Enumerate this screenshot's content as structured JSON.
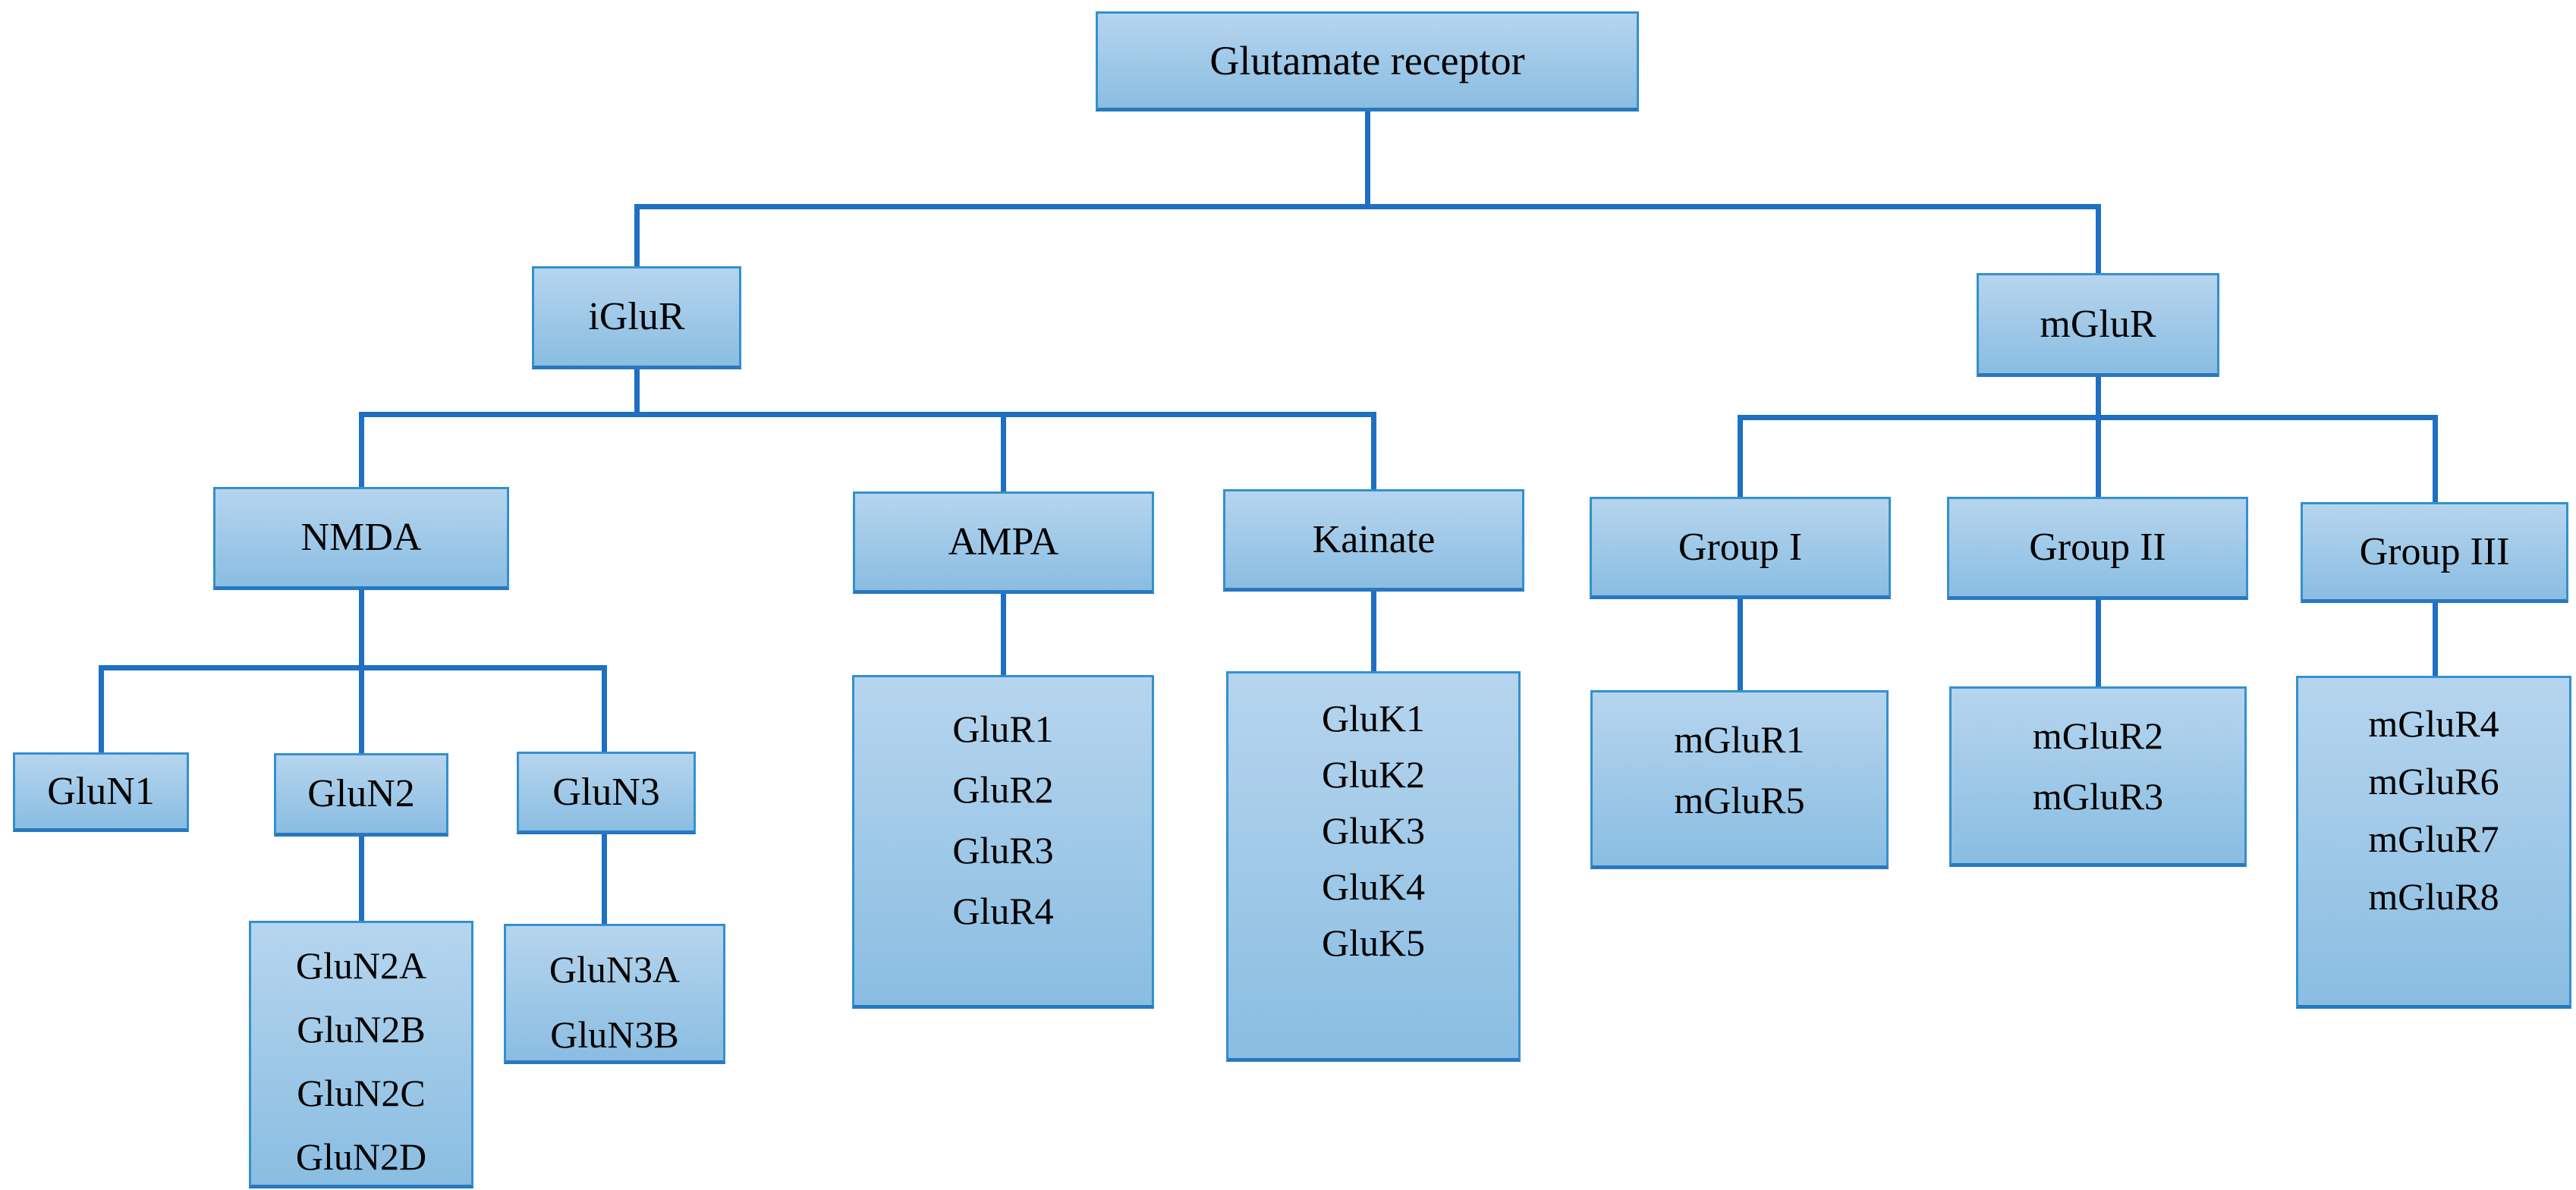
{
  "diagram": {
    "title_node": {
      "label": "Glutamate receptor"
    },
    "iglur": {
      "label": "iGluR"
    },
    "mglur": {
      "label": "mGluR"
    },
    "nmda": {
      "label": "NMDA"
    },
    "ampa": {
      "label": "AMPA"
    },
    "kainate": {
      "label": "Kainate"
    },
    "group1": {
      "label": "Group I"
    },
    "group2": {
      "label": "Group II"
    },
    "group3": {
      "label": "Group III"
    },
    "glun1": {
      "label": "GluN1"
    },
    "glun2": {
      "label": "GluN2"
    },
    "glun3": {
      "label": "GluN3"
    },
    "glun2_subunits": {
      "items": [
        "GluN2A",
        "GluN2B",
        "GluN2C",
        "GluN2D"
      ]
    },
    "glun3_subunits": {
      "items": [
        "GluN3A",
        "GluN3B"
      ]
    },
    "ampa_subunits": {
      "items": [
        "GluR1",
        "GluR2",
        "GluR3",
        "GluR4"
      ]
    },
    "kainate_subunits": {
      "items": [
        "GluK1",
        "GluK2",
        "GluK3",
        "GluK4",
        "GluK5"
      ]
    },
    "group1_subunits": {
      "items": [
        "mGluR1",
        "mGluR5"
      ]
    },
    "group2_subunits": {
      "items": [
        "mGluR2",
        "mGluR3"
      ]
    },
    "group3_subunits": {
      "items": [
        "mGluR4",
        "mGluR6",
        "mGluR7",
        "mGluR8"
      ]
    }
  },
  "colors": {
    "line": "#1f6fc2",
    "box_border": "#3490cf",
    "box_border_dark": "#2878c0",
    "box_fill_top": "#b6d5ee",
    "box_fill_bottom": "#8abde2",
    "text": "#000000",
    "bg": "#ffffff"
  }
}
